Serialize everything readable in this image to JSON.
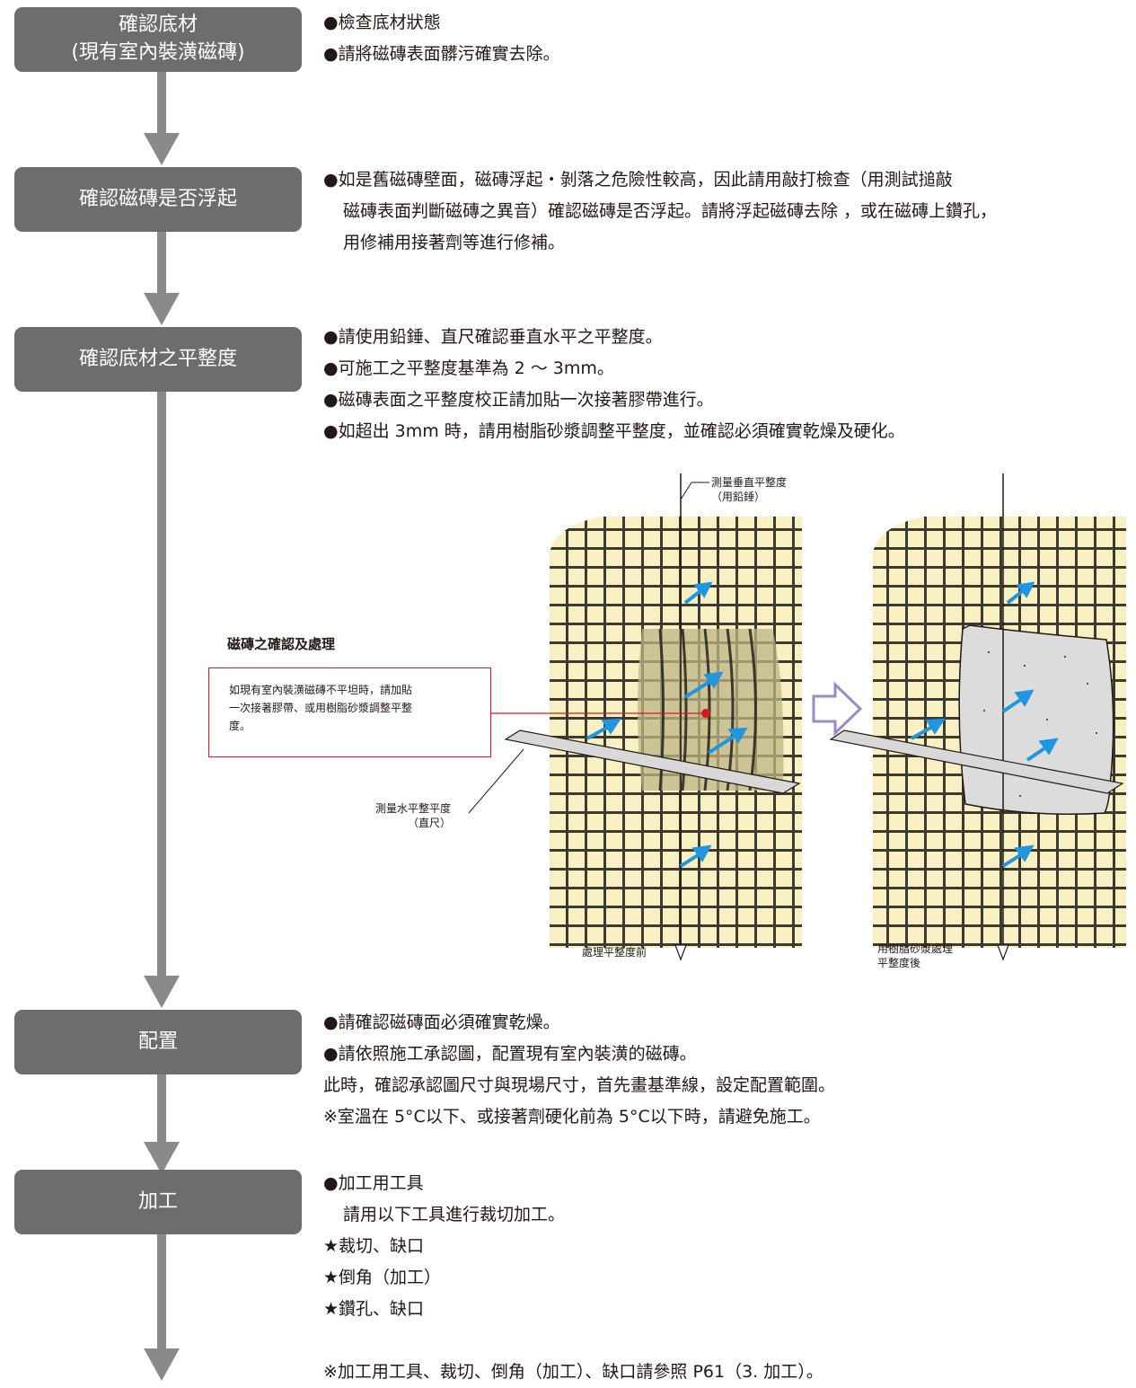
{
  "steps": [
    {
      "lines": [
        "確認底材",
        "(現有室內裝潢磁磚)"
      ]
    },
    {
      "lines": [
        "確認磁磚是否浮起"
      ]
    },
    {
      "lines": [
        "確認底材之平整度"
      ]
    },
    {
      "lines": [
        "配置"
      ]
    },
    {
      "lines": [
        "加工"
      ]
    }
  ],
  "descriptions": {
    "step1": [
      "●檢查底材狀態",
      "●請將磁磚表面髒污確實去除。"
    ],
    "step2": [
      "●如是舊磁磚壁面，磁磚浮起・剝落之危險性較高，因此請用敲打檢查（用測試搥敲",
      "磁磚表面判斷磁磚之異音）確認磁磚是否浮起。請將浮起磁磚去除 ，或在磁磚上鑽孔，",
      "用修補用接著劑等進行修補。"
    ],
    "step3": [
      "●請使用鉛錘、直尺確認垂直水平之平整度。",
      "●可施工之平整度基準為 2 〜 3mm。",
      "●磁磚表面之平整度校正請加貼一次接著膠帶進行。",
      "●如超出 3mm 時，請用樹脂砂漿調整平整度，並確認必須確實乾燥及硬化。"
    ],
    "step4": [
      "●請確認磁磚面必須確實乾燥。",
      "●請依照施工承認圖，配置現有室內裝潢的磁磚。",
      "此時，確認承認圖尺寸與現場尺寸，首先畫基準線，設定配置範圍。",
      "※室溫在 5°C以下、或接著劑硬化前為 5°C以下時，請避免施工。"
    ],
    "step5": [
      "●加工用工具",
      "請用以下工具進行裁切加工。",
      "★裁切、缺口",
      "★倒角（加工）",
      "★鑽孔、缺口",
      "",
      "※加工用工具、裁切、倒角（加工）、缺口請參照 P61（3. 加工）。"
    ]
  },
  "figure": {
    "callout_title": "磁磚之確認及處理",
    "callout_lines": [
      "如現有室內裝潢磁磚不平坦時，請加貼",
      "一次接著膠帶、或用樹脂砂漿調整平整",
      "度。"
    ],
    "plumb_label": [
      "測量垂直平整度",
      "（用鉛錘）"
    ],
    "level_label": [
      "測量水平整平度",
      "（直尺）"
    ],
    "before_label": "處理平整度前",
    "after_label": [
      "用樹脂砂漿處理",
      "平整度後"
    ],
    "colors": {
      "tile": "#f8f0c2",
      "grout": "#3d3a30",
      "arrow": "#2196e0",
      "callout_border": "#d71920",
      "flow": "#8a8a8a",
      "step_box": "#6d6d6d",
      "mortar": "#dcdcdc",
      "next_arrow": "#9b8ac4"
    }
  }
}
